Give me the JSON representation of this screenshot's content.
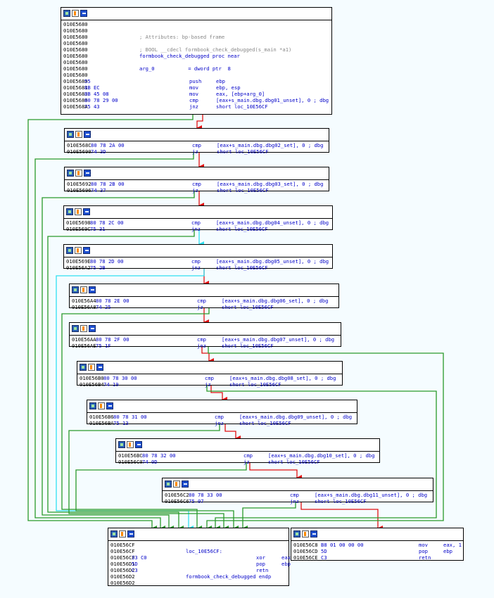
{
  "colors": {
    "true_branch": "#2a9a2a",
    "false_branch": "#e01010",
    "unconditional": "#30e0f0",
    "background": "#f5fcff"
  },
  "block0": {
    "lines": [
      {
        "addr": "010E5680",
        "bytes": "",
        "mn": "",
        "op": "",
        "text": ""
      },
      {
        "addr": "010E5680",
        "bytes": "",
        "mn": "",
        "op": "",
        "text": ""
      },
      {
        "addr": "010E5680",
        "bytes": "",
        "mn": "",
        "op": "",
        "text": "; Attributes: bp-based frame"
      },
      {
        "addr": "010E5680",
        "bytes": "",
        "mn": "",
        "op": "",
        "text": ""
      },
      {
        "addr": "010E5680",
        "bytes": "",
        "mn": "",
        "op": "",
        "text": "; BOOL __cdecl formbook_check_debugged(s_main *a1)"
      },
      {
        "addr": "010E5680",
        "bytes": "",
        "mn": "",
        "op": "",
        "text": "formbook_check_debugged proc near"
      },
      {
        "addr": "010E5680",
        "bytes": "",
        "mn": "",
        "op": "",
        "text": ""
      },
      {
        "addr": "010E5680",
        "bytes": "",
        "mn": "",
        "op": "",
        "text": "arg_0           = dword ptr  8"
      },
      {
        "addr": "010E5680",
        "bytes": "",
        "mn": "",
        "op": "",
        "text": ""
      },
      {
        "addr": "010E5680",
        "bytes": "55",
        "mn": "push",
        "op": "ebp",
        "text": ""
      },
      {
        "addr": "010E5681",
        "bytes": "8B EC",
        "mn": "mov",
        "op": "ebp, esp",
        "text": ""
      },
      {
        "addr": "010E5683",
        "bytes": "8B 45 08",
        "mn": "mov",
        "op": "eax, [ebp+arg_0]",
        "text": ""
      },
      {
        "addr": "010E5686",
        "bytes": "80 78 29 00",
        "mn": "cmp",
        "op": "[eax+s_main.dbg.dbg01_unset], 0 ; dbg",
        "text": ""
      },
      {
        "addr": "010E568A",
        "bytes": "75 43",
        "mn": "jnz",
        "op": "short loc_10E56CF",
        "text": ""
      }
    ]
  },
  "checks": [
    {
      "a1": "010E568C",
      "b1": "80 78 2A 00",
      "op1": "[eax+s_main.dbg.dbg02_set], 0 ; dbg",
      "a2": "010E5690",
      "b2": "74 3D",
      "mn2": "jz",
      "op2": "short loc_10E56CF"
    },
    {
      "a1": "010E5692",
      "b1": "80 78 2B 00",
      "op1": "[eax+s_main.dbg.dbg03_set], 0 ; dbg",
      "a2": "010E5696",
      "b2": "74 37",
      "mn2": "jz",
      "op2": "short loc_10E56CF"
    },
    {
      "a1": "010E5698",
      "b1": "80 78 2C 00",
      "op1": "[eax+s_main.dbg.dbg04_unset], 0 ; dbg",
      "a2": "010E569C",
      "b2": "75 31",
      "mn2": "jnz",
      "op2": "short loc_10E56CF"
    },
    {
      "a1": "010E569E",
      "b1": "80 78 2D 00",
      "op1": "[eax+s_main.dbg.dbg05_unset], 0 ; dbg",
      "a2": "010E56A2",
      "b2": "75 2B",
      "mn2": "jnz",
      "op2": "short loc_10E56CF"
    },
    {
      "a1": "010E56A4",
      "b1": "80 78 2E 00",
      "op1": "[eax+s_main.dbg.dbg06_set], 0 ; dbg",
      "a2": "010E56A8",
      "b2": "74 25",
      "mn2": "jz",
      "op2": "short loc_10E56CF"
    },
    {
      "a1": "010E56AA",
      "b1": "80 78 2F 00",
      "op1": "[eax+s_main.dbg.dbg07_unset], 0 ; dbg",
      "a2": "010E56AE",
      "b2": "75 1F",
      "mn2": "jnz",
      "op2": "short loc_10E56CF"
    },
    {
      "a1": "010E56B0",
      "b1": "80 78 30 00",
      "op1": "[eax+s_main.dbg.dbg08_set], 0 ; dbg",
      "a2": "010E56B4",
      "b2": "74 19",
      "mn2": "jz",
      "op2": "short loc_10E56CF"
    },
    {
      "a1": "010E56B6",
      "b1": "80 78 31 00",
      "op1": "[eax+s_main.dbg.dbg09_unset], 0 ; dbg",
      "a2": "010E56BA",
      "b2": "75 13",
      "mn2": "jnz",
      "op2": "short loc_10E56CF"
    },
    {
      "a1": "010E56BC",
      "b1": "80 78 32 00",
      "op1": "[eax+s_main.dbg.dbg10_set], 0 ; dbg",
      "a2": "010E56C0",
      "b2": "74 0D",
      "mn2": "jz",
      "op2": "short loc_10E56CF"
    },
    {
      "a1": "010E56C2",
      "b1": "80 78 33 00",
      "op1": "[eax+s_main.dbg.dbg11_unset], 0 ; dbg",
      "a2": "010E56C6",
      "b2": "75 07",
      "mn2": "jnz",
      "op2": "short loc_10E56CF"
    }
  ],
  "cmp_mnemonic": "cmp",
  "exit_block": {
    "lines": [
      {
        "addr": "010E56CF",
        "bytes": "",
        "mn": "",
        "op": "",
        "text": ""
      },
      {
        "addr": "010E56CF",
        "bytes": "",
        "mn": "",
        "op": "",
        "text": "loc_10E56CF:"
      },
      {
        "addr": "010E56CF",
        "bytes": "33 C0",
        "mn": "xor",
        "op": "eax, eax",
        "text": ""
      },
      {
        "addr": "010E56D1",
        "bytes": "5D",
        "mn": "pop",
        "op": "ebp",
        "text": ""
      },
      {
        "addr": "010E56D2",
        "bytes": "C3",
        "mn": "retn",
        "op": "",
        "text": ""
      },
      {
        "addr": "010E56D2",
        "bytes": "",
        "mn": "",
        "op": "",
        "text": "formbook_check_debugged endp"
      },
      {
        "addr": "010E56D2",
        "bytes": "",
        "mn": "",
        "op": "",
        "text": ""
      }
    ]
  },
  "true_block": {
    "lines": [
      {
        "addr": "010E56C8",
        "bytes": "B8 01 00 00 00",
        "mn": "mov",
        "op": "eax, 1",
        "text": ""
      },
      {
        "addr": "010E56CD",
        "bytes": "5D",
        "mn": "pop",
        "op": "ebp",
        "text": ""
      },
      {
        "addr": "010E56CE",
        "bytes": "C3",
        "mn": "retn",
        "op": "",
        "text": ""
      }
    ]
  }
}
